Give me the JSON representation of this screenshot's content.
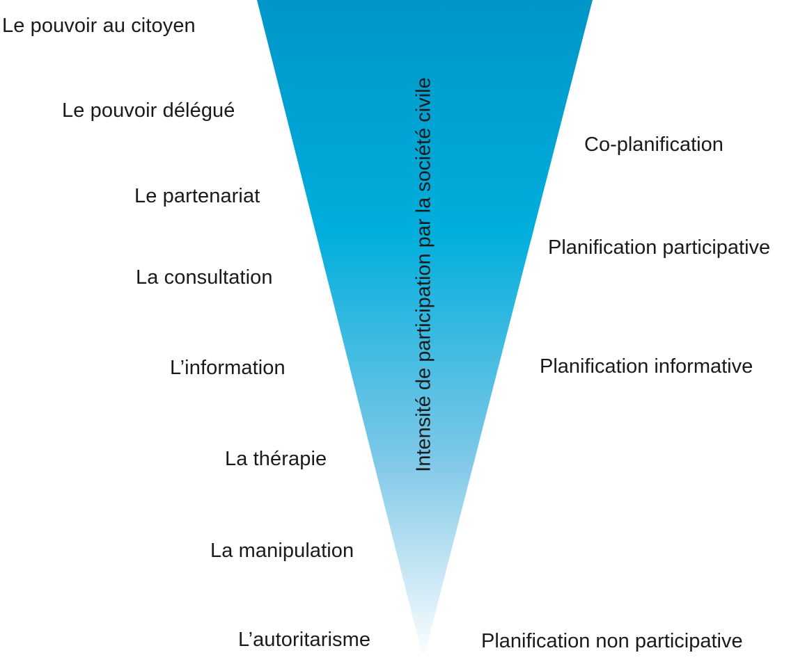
{
  "diagram": {
    "type": "inverted-triangle-scale",
    "colors": {
      "top": "#0096c8",
      "middle": "#00aedc",
      "lower": "#7fc8e8",
      "bottom": "#ffffff",
      "text": "#1a1a1a"
    },
    "axis_label": "Intensité de participation par la société civile",
    "left_levels": [
      "Le pouvoir au citoyen",
      "Le pouvoir délégué",
      "Le partenariat",
      "La consultation",
      "L’information",
      "La thérapie",
      "La manipulation",
      "L’autoritarisme"
    ],
    "right_levels": [
      "Co-planification",
      "Planification participative",
      "Planification informative",
      "Planification non participative"
    ]
  }
}
